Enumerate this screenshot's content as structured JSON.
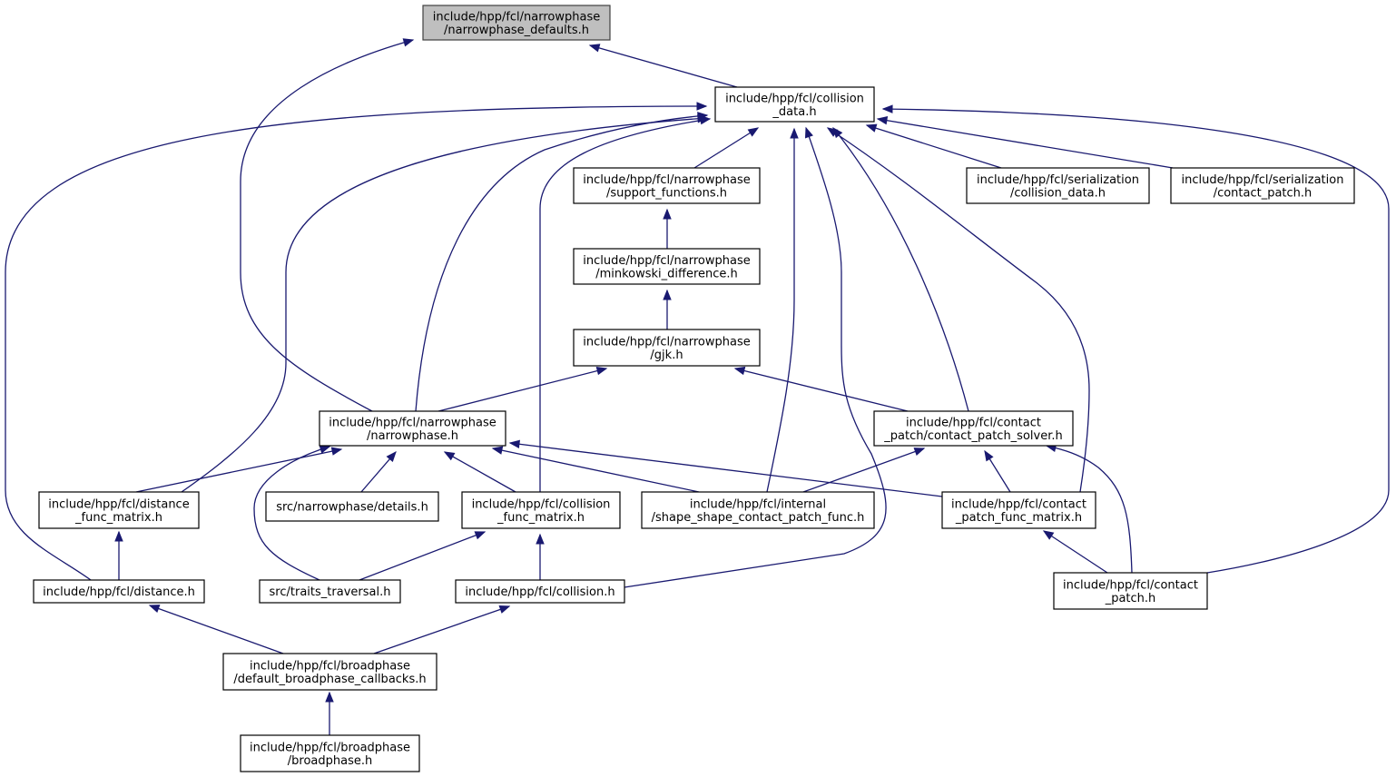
{
  "diagram": {
    "nodes": {
      "n0": [
        "include/hpp/fcl/narrowphase",
        "/narrowphase_defaults.h"
      ],
      "n1": [
        "include/hpp/fcl/collision",
        "_data.h"
      ],
      "n2": [
        "include/hpp/fcl/narrowphase",
        "/narrowphase.h"
      ],
      "n3": [
        "include/hpp/fcl/narrowphase",
        "/support_functions.h"
      ],
      "n4": [
        "include/hpp/fcl/serialization",
        "/collision_data.h"
      ],
      "n5": [
        "include/hpp/fcl/serialization",
        "/contact_patch.h"
      ],
      "n6": [
        "include/hpp/fcl/narrowphase",
        "/minkowski_difference.h"
      ],
      "n7": [
        "include/hpp/fcl/narrowphase",
        "/gjk.h"
      ],
      "n8": [
        "include/hpp/fcl/contact",
        "_patch/contact_patch_solver.h"
      ],
      "n9": [
        "include/hpp/fcl/distance",
        "_func_matrix.h"
      ],
      "n10": [
        "src/narrowphase/details.h"
      ],
      "n11": [
        "include/hpp/fcl/collision",
        "_func_matrix.h"
      ],
      "n12": [
        "include/hpp/fcl/internal",
        "/shape_shape_contact_patch_func.h"
      ],
      "n13": [
        "include/hpp/fcl/contact",
        "_patch_func_matrix.h"
      ],
      "n14": [
        "include/hpp/fcl/distance.h"
      ],
      "n15": [
        "src/traits_traversal.h"
      ],
      "n16": [
        "include/hpp/fcl/collision.h"
      ],
      "n17": [
        "include/hpp/fcl/contact",
        "_patch.h"
      ],
      "n18": [
        "include/hpp/fcl/broadphase",
        "/default_broadphase_callbacks.h"
      ],
      "n19": [
        "include/hpp/fcl/broadphase",
        "/broadphase.h"
      ]
    },
    "edges": [
      [
        "n1",
        "n0"
      ],
      [
        "n2",
        "n0"
      ],
      [
        "n3",
        "n1"
      ],
      [
        "n4",
        "n1"
      ],
      [
        "n5",
        "n1"
      ],
      [
        "n2",
        "n1"
      ],
      [
        "n8",
        "n1"
      ],
      [
        "n9",
        "n1"
      ],
      [
        "n11",
        "n1"
      ],
      [
        "n12",
        "n1"
      ],
      [
        "n13",
        "n1"
      ],
      [
        "n14",
        "n1"
      ],
      [
        "n16",
        "n1"
      ],
      [
        "n17",
        "n1"
      ],
      [
        "n6",
        "n3"
      ],
      [
        "n7",
        "n6"
      ],
      [
        "n2",
        "n7"
      ],
      [
        "n8",
        "n7"
      ],
      [
        "n9",
        "n2"
      ],
      [
        "n10",
        "n2"
      ],
      [
        "n11",
        "n2"
      ],
      [
        "n12",
        "n2"
      ],
      [
        "n13",
        "n2"
      ],
      [
        "n15",
        "n2"
      ],
      [
        "n12",
        "n8"
      ],
      [
        "n13",
        "n8"
      ],
      [
        "n17",
        "n8"
      ],
      [
        "n14",
        "n9"
      ],
      [
        "n15",
        "n11"
      ],
      [
        "n16",
        "n11"
      ],
      [
        "n17",
        "n13"
      ],
      [
        "n18",
        "n14"
      ],
      [
        "n18",
        "n16"
      ],
      [
        "n19",
        "n18"
      ]
    ]
  }
}
